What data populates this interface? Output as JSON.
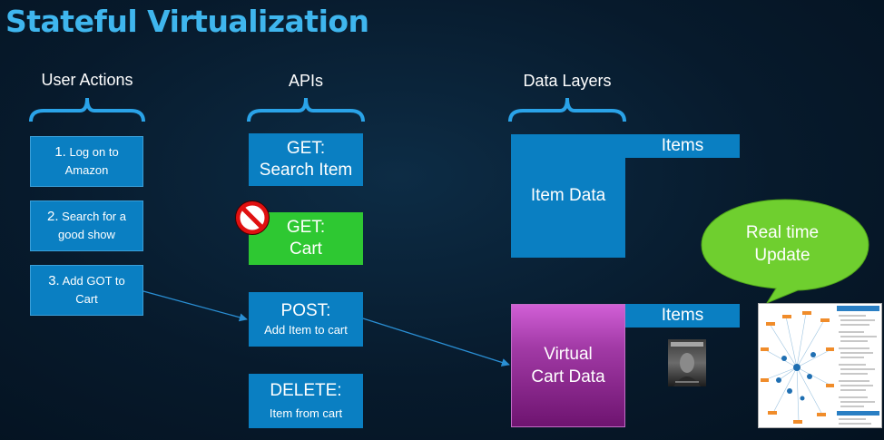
{
  "title": "Stateful Virtualization",
  "columns": {
    "user_actions": "User Actions",
    "apis": "APIs",
    "data_layers": "Data Layers"
  },
  "actions": [
    {
      "num": "1.",
      "text": "Log on to",
      "text2": "Amazon"
    },
    {
      "num": "2.",
      "text": "Search for a",
      "text2": "good show"
    },
    {
      "num": "3.",
      "text": "Add GOT to",
      "text2": "Cart"
    }
  ],
  "apis": [
    {
      "line1": "GET:",
      "line2": "Search Item"
    },
    {
      "line1": "GET:",
      "line2": "Cart"
    },
    {
      "line1": "POST:",
      "line2": "Add Item to cart"
    },
    {
      "line1": "DELETE:",
      "line2": "Item from cart"
    }
  ],
  "data_layers": {
    "item_data": "Item Data",
    "items_label_1": "Items",
    "virtual_cart_line1": "Virtual",
    "virtual_cart_line2": "Cart Data",
    "items_label_2": "Items"
  },
  "callout": {
    "line1": "Real time",
    "line2": "Update"
  },
  "colors": {
    "title": "#3fb6ee",
    "box_blue": "#0a7fc2",
    "box_green": "#2ec832",
    "box_purple": "#a23aa6",
    "callout_green": "#6fcf2f",
    "arrow": "#2a8fd4",
    "prohibited": "#e01010"
  },
  "icons": {
    "prohibited": "prohibited-icon",
    "poster": "game-of-thrones-poster",
    "screenshot": "graph-screenshot-thumbnail"
  }
}
